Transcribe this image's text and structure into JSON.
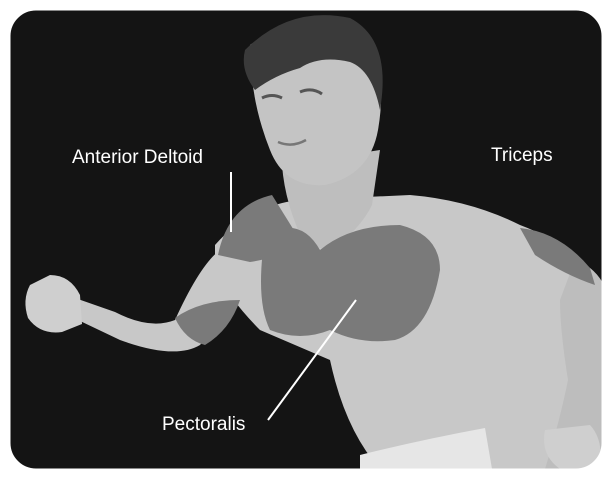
{
  "labels": {
    "anterior_deltoid": "Anterior Deltoid",
    "triceps": "Triceps",
    "pectoralis": "Pectoralis"
  },
  "colors": {
    "background": "#141414",
    "frame": "#ffffff",
    "skin": "#c8c8c8",
    "muscle_highlight": "#7a7a7a",
    "hair": "#3a3a3a",
    "label_text": "#ffffff"
  }
}
